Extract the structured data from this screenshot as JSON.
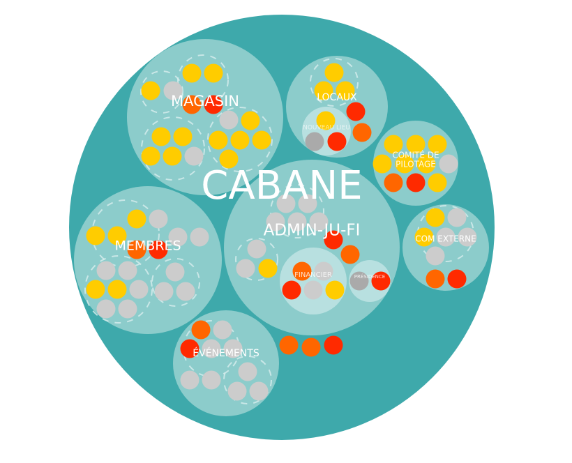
{
  "root": "CABANE",
  "circles": {
    "magasin": "MAGASIN",
    "locaux": "LOCAUX",
    "nouveau_lieu": "NOUVEAU LIEU",
    "comite_1": "COMITÉ DE",
    "comite_2": "PILOTAGE",
    "admin": "ADMIN-JU-FI",
    "financier": "FINANCIER",
    "presidence": "PRÉSIDENCE",
    "com_externe": "COM EXTERNE",
    "membres": "MEMBRES",
    "evenements": "ÉVÉNEMENTS"
  },
  "colors": {
    "outer": "#3ea9ab",
    "circle": "#8ccccb",
    "subcircle": "#b8e0e0",
    "role": "#ffcc00",
    "orange": "#ff6600",
    "red": "#ff2a00",
    "grey": "#cccccc",
    "darkgrey": "#aaaaaa"
  }
}
